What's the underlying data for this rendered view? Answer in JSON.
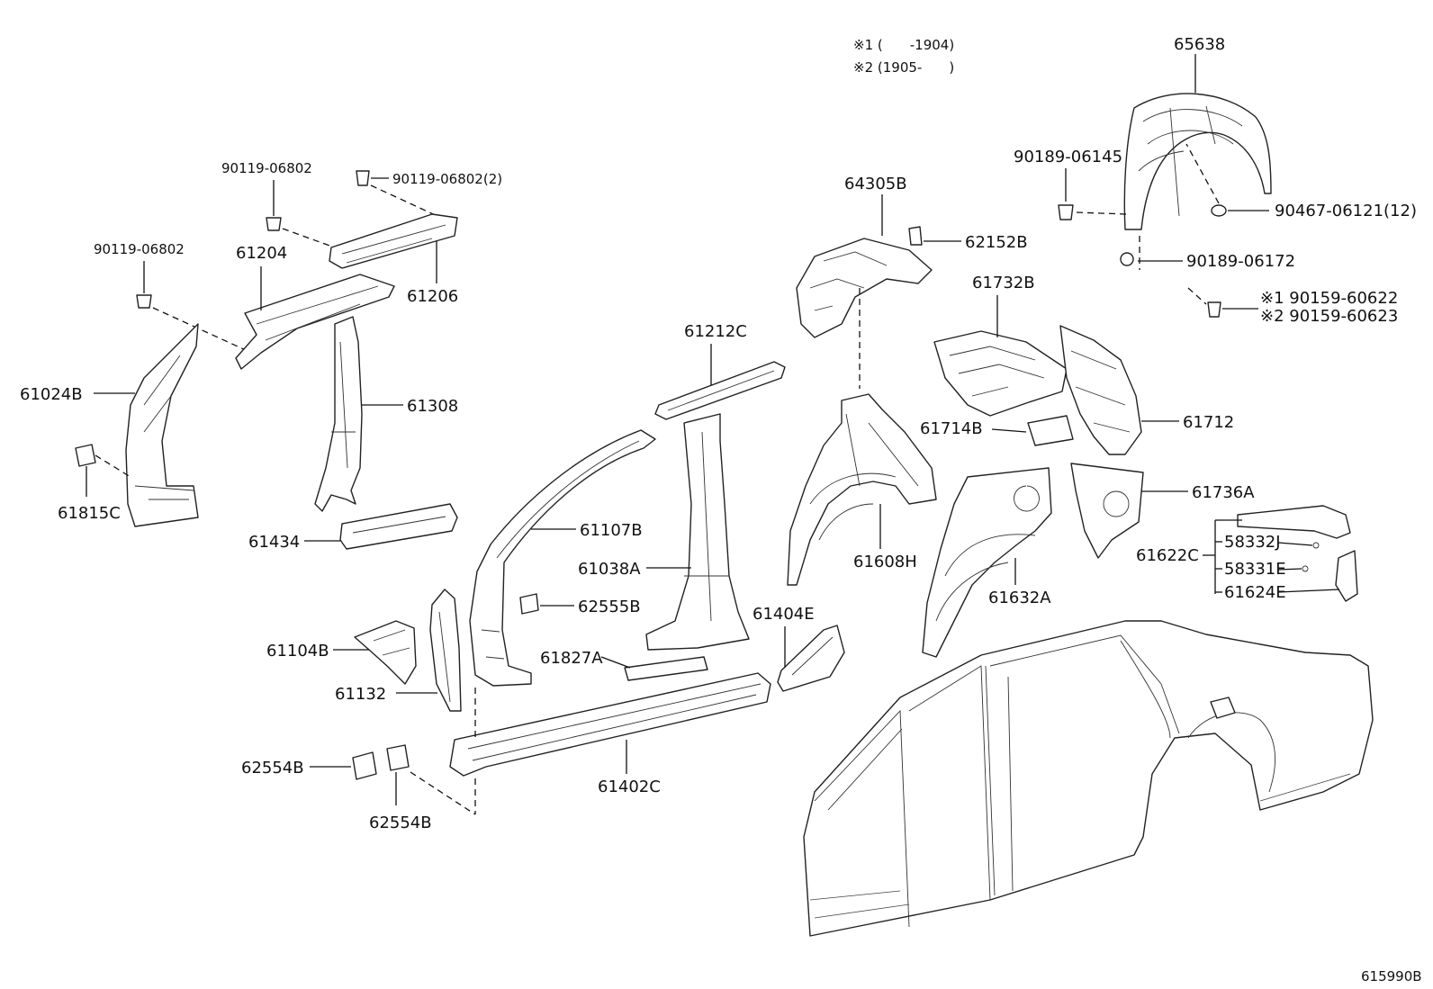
{
  "notes": {
    "n1": "※1 (　　-1904)",
    "n2": "※2 (1905-　　)"
  },
  "labels": {
    "p65638": "65638",
    "p90189_06145": "90189-06145",
    "p90467": "90467-06121(12)",
    "p90189_06172": "90189-06172",
    "p90159_1": "※1 90159-60622",
    "p90159_2": "※2 90159-60623",
    "p64305B": "64305B",
    "p62152B": "62152B",
    "p61732B": "61732B",
    "p61712": "61712",
    "p61714B": "61714B",
    "p61736A": "61736A",
    "p61622C": "61622C",
    "p58332J": "58332J",
    "p58331E": "58331E",
    "p61624E": "61624E",
    "p61608H": "61608H",
    "p61632A": "61632A",
    "p90119_top": "90119-06802",
    "p90119_2": "90119-06802(2)",
    "p90119_left": "90119-06802",
    "p61204": "61204",
    "p61206": "61206",
    "p61024B": "61024B",
    "p61308": "61308",
    "p61815C": "61815C",
    "p61434": "61434",
    "p61212C": "61212C",
    "p61107B": "61107B",
    "p61038A": "61038A",
    "p62555B": "62555B",
    "p61104B": "61104B",
    "p61827A": "61827A",
    "p61404E": "61404E",
    "p61132": "61132",
    "p62554B_a": "62554B",
    "p62554B_b": "62554B",
    "p61402C": "61402C",
    "figure_code": "615990B"
  }
}
